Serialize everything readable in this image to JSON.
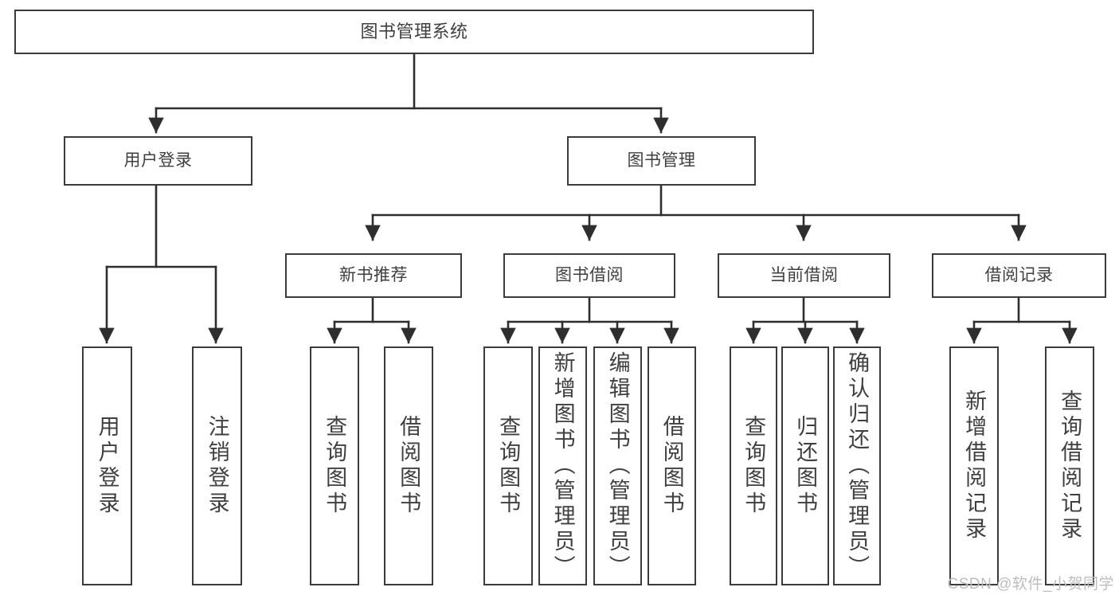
{
  "diagram": {
    "title": "图书管理系统",
    "type": "功能结构图",
    "root": {
      "id": "root",
      "label": "图书管理系统"
    },
    "level1": [
      {
        "id": "user-login",
        "label": "用户登录"
      },
      {
        "id": "book-manage",
        "label": "图书管理"
      }
    ],
    "level2": [
      {
        "id": "new-book-recommend",
        "label": "新书推荐",
        "parent": "book-manage"
      },
      {
        "id": "book-borrow",
        "label": "图书借阅",
        "parent": "book-manage"
      },
      {
        "id": "current-borrow",
        "label": "当前借阅",
        "parent": "book-manage"
      },
      {
        "id": "borrow-record",
        "label": "借阅记录",
        "parent": "book-manage"
      }
    ],
    "leaves": [
      {
        "id": "leaf-user-login",
        "label": "用户登录",
        "parent": "user-login"
      },
      {
        "id": "leaf-logout-login",
        "label": "注销登录",
        "parent": "user-login"
      },
      {
        "id": "leaf-query-book-1",
        "label": "查询图书",
        "parent": "new-book-recommend"
      },
      {
        "id": "leaf-borrow-book-1",
        "label": "借阅图书",
        "parent": "new-book-recommend"
      },
      {
        "id": "leaf-query-book-2",
        "label": "查询图书",
        "parent": "book-borrow"
      },
      {
        "id": "leaf-add-book",
        "label": "新增图书（管理员）",
        "parent": "book-borrow"
      },
      {
        "id": "leaf-edit-book",
        "label": "编辑图书（管理员）",
        "parent": "book-borrow"
      },
      {
        "id": "leaf-borrow-book-2",
        "label": "借阅图书",
        "parent": "book-borrow"
      },
      {
        "id": "leaf-query-book-3",
        "label": "查询图书",
        "parent": "current-borrow"
      },
      {
        "id": "leaf-return-book",
        "label": "归还图书",
        "parent": "current-borrow"
      },
      {
        "id": "leaf-confirm-return",
        "label": "确认归还（管理员）",
        "parent": "current-borrow"
      },
      {
        "id": "leaf-add-record",
        "label": "新增借阅记录",
        "parent": "borrow-record"
      },
      {
        "id": "leaf-query-record",
        "label": "查询借阅记录",
        "parent": "borrow-record"
      }
    ],
    "colors": {
      "stroke": "#3b3b3b",
      "text": "#3f3f3f",
      "background": "#ffffff",
      "watermark": "#bdbdbd"
    }
  },
  "watermark": {
    "text": "CSDN @软件_小贺同学"
  }
}
